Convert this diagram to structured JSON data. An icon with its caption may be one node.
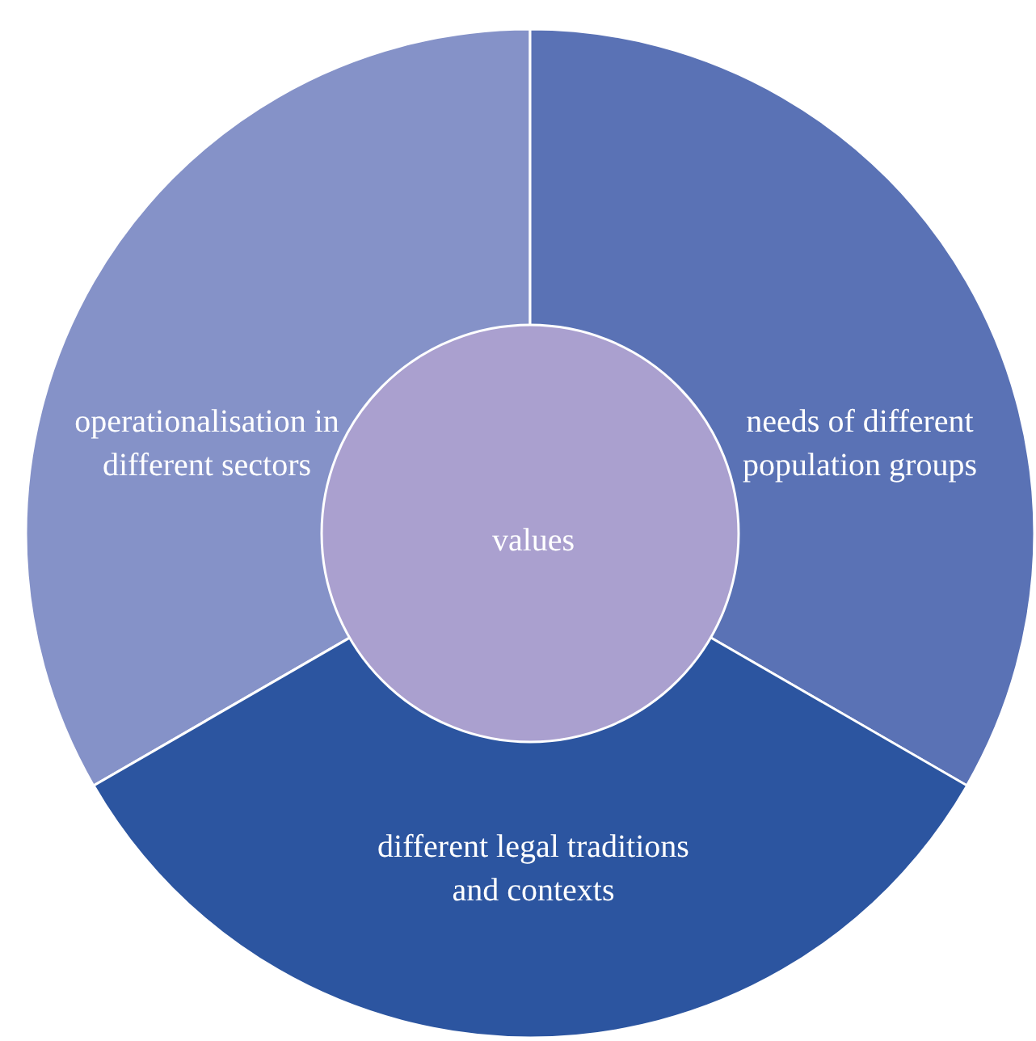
{
  "diagram": {
    "nodes": [
      {
        "text": [
          "operationalisation in different sectors"
        ]
      },
      {
        "text": [
          "needs of different population groups"
        ]
      },
      {
        "text": [
          "values"
        ]
      },
      {
        "text": [
          "different legal traditions and contexts"
        ]
      }
    ]
  }
}
